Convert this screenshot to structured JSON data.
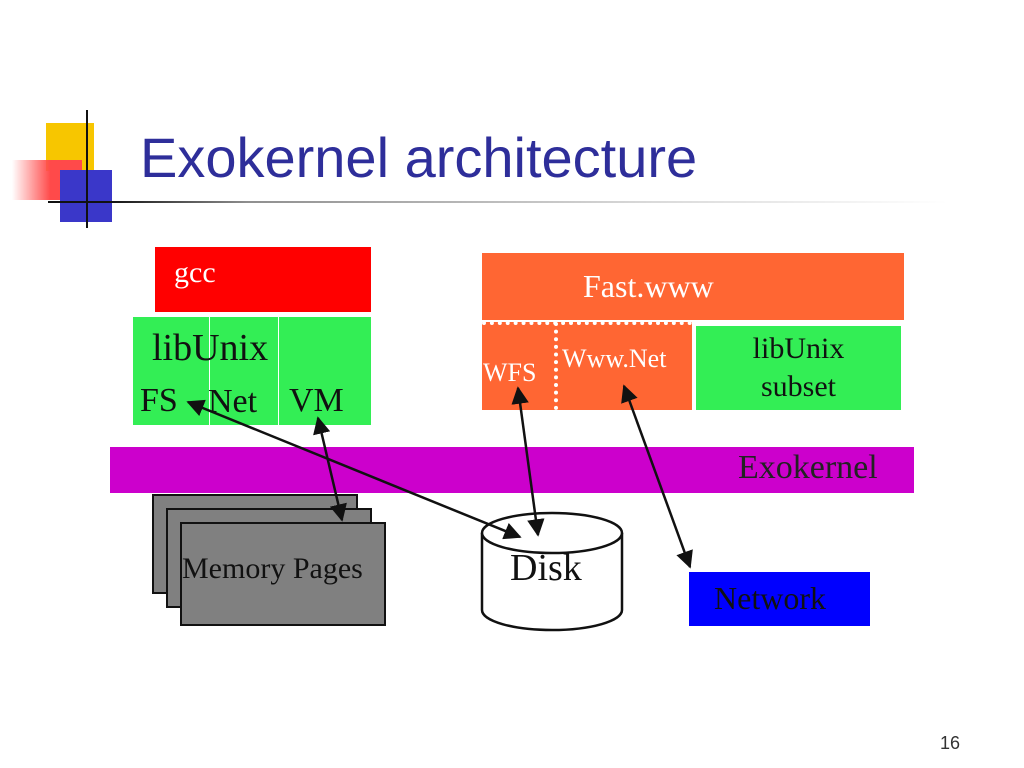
{
  "slide": {
    "title": "Exokernel architecture",
    "page_number": "16"
  },
  "diagram": {
    "gcc": "gcc",
    "libunix": "libUnix",
    "fs": "FS",
    "net": "Net",
    "vm": "VM",
    "fast_www": "Fast.www",
    "wfs": "WFS",
    "www_net": "Www.Net",
    "libunix_subset_line1": "libUnix",
    "libunix_subset_line2": "subset",
    "exokernel": "Exokernel",
    "memory_pages": "Memory Pages",
    "disk": "Disk",
    "network": "Network"
  },
  "colors": {
    "title": "#2e2e9a",
    "gcc_box": "#ff0000",
    "libunix_box": "#33ee55",
    "fast_www_box": "#ff6633",
    "exokernel_bar": "#cc00cc",
    "memory_pages": "#808080",
    "network_box": "#0000ff"
  }
}
